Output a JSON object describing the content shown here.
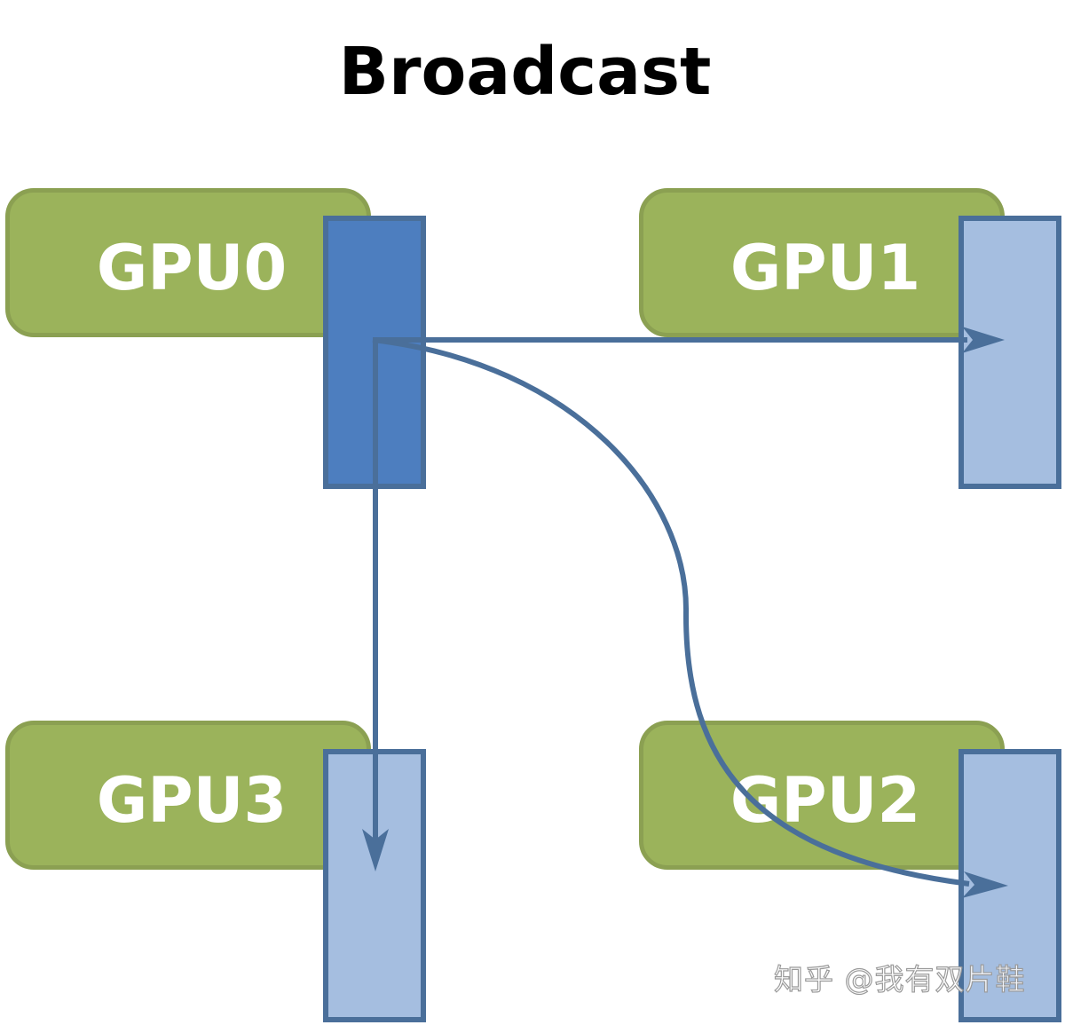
{
  "title": "Broadcast",
  "gpus": {
    "gpu0": {
      "label": "GPU0"
    },
    "gpu1": {
      "label": "GPU1"
    },
    "gpu2": {
      "label": "GPU2"
    },
    "gpu3": {
      "label": "GPU3"
    }
  },
  "colors": {
    "gpu_fill": "#9bb35b",
    "gpu_border": "#8ba052",
    "source_buffer": "#4d7ebf",
    "target_buffer": "#a5bee0",
    "arrow": "#4a6f9a"
  },
  "watermark": "知乎 @我有双片鞋"
}
